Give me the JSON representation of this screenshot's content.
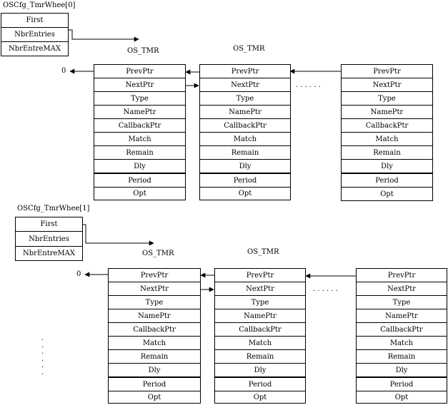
{
  "groups": [
    {
      "wheel_label": "OSCfg_TmrWhee[0]",
      "wheel_fields": [
        "First",
        "NbrEntries",
        "NbrEntreMAX"
      ],
      "null_label": "0",
      "dots": ". . . . . .",
      "node_titles": [
        "OS_TMR",
        "OS_TMR"
      ],
      "node_fields": [
        "PrevPtr",
        "NextPtr",
        "Type",
        "NamePtr",
        "CallbackPtr",
        "Match",
        "Remain",
        "Dly",
        "Period",
        "Opt"
      ]
    },
    {
      "wheel_label": "OSCfg_TmrWhee[1]",
      "wheel_fields": [
        "First",
        "NbrEntries",
        "NbrEntreMAX"
      ],
      "null_label": "0",
      "dots": ". . . . . .",
      "node_titles": [
        "OS_TMR",
        "OS_TMR"
      ],
      "node_fields": [
        "PrevPtr",
        "NextPtr",
        "Type",
        "NamePtr",
        "CallbackPtr",
        "Match",
        "Remain",
        "Dly",
        "Period",
        "Opt"
      ]
    }
  ],
  "continuation": ". . . . . ."
}
